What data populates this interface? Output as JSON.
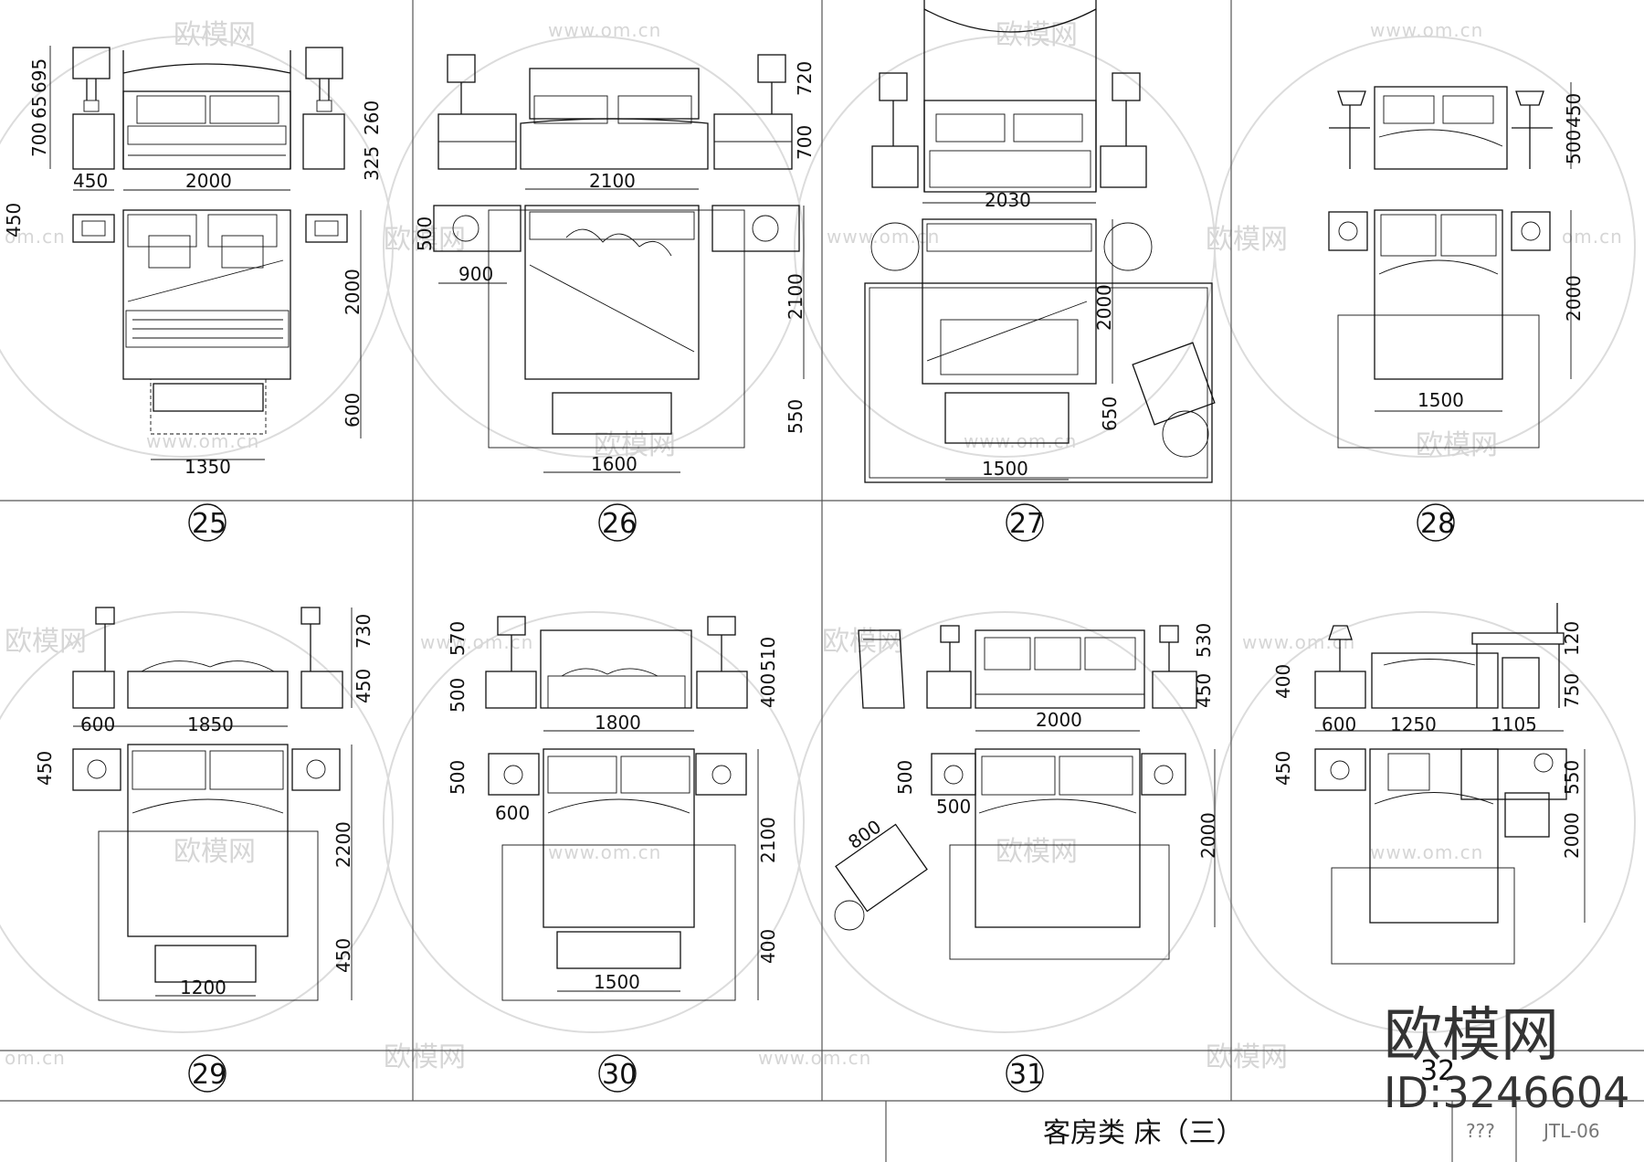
{
  "drawing_title": "客房类  床（三）",
  "sheet_code": "JTL-06",
  "sheet_scale": "???",
  "watermark": {
    "brand": "欧模网",
    "url": "www.om.cn",
    "url_fragment": "om.cn",
    "big_brand": "欧模网",
    "id_text": "ID:3246604"
  },
  "cells": [
    {
      "number": "25",
      "dims": [
        "450",
        "2000",
        "450",
        "2000",
        "600",
        "1350",
        "700",
        "65",
        "695",
        "260",
        "325"
      ]
    },
    {
      "number": "26",
      "dims": [
        "2100",
        "500",
        "900",
        "2100",
        "550",
        "1600",
        "720",
        "700"
      ]
    },
    {
      "number": "27",
      "dims": [
        "2030",
        "2000",
        "650",
        "1500"
      ]
    },
    {
      "number": "28",
      "dims": [
        "450",
        "500",
        "2000",
        "1500"
      ]
    },
    {
      "number": "29",
      "dims": [
        "730",
        "450",
        "600",
        "1850",
        "450",
        "2200",
        "450",
        "1200"
      ]
    },
    {
      "number": "30",
      "dims": [
        "500",
        "570",
        "510",
        "400",
        "1800",
        "500",
        "600",
        "2100",
        "400",
        "1500"
      ]
    },
    {
      "number": "31",
      "dims": [
        "530",
        "450",
        "2000",
        "500",
        "500",
        "800",
        "2000"
      ]
    },
    {
      "number": "32",
      "dims": [
        "400",
        "120",
        "750",
        "600",
        "1250",
        "1105",
        "450",
        "550",
        "2000"
      ]
    }
  ],
  "colors": {
    "line": "#111111",
    "watermark": "#d6d6d6",
    "background": "#ffffff"
  }
}
